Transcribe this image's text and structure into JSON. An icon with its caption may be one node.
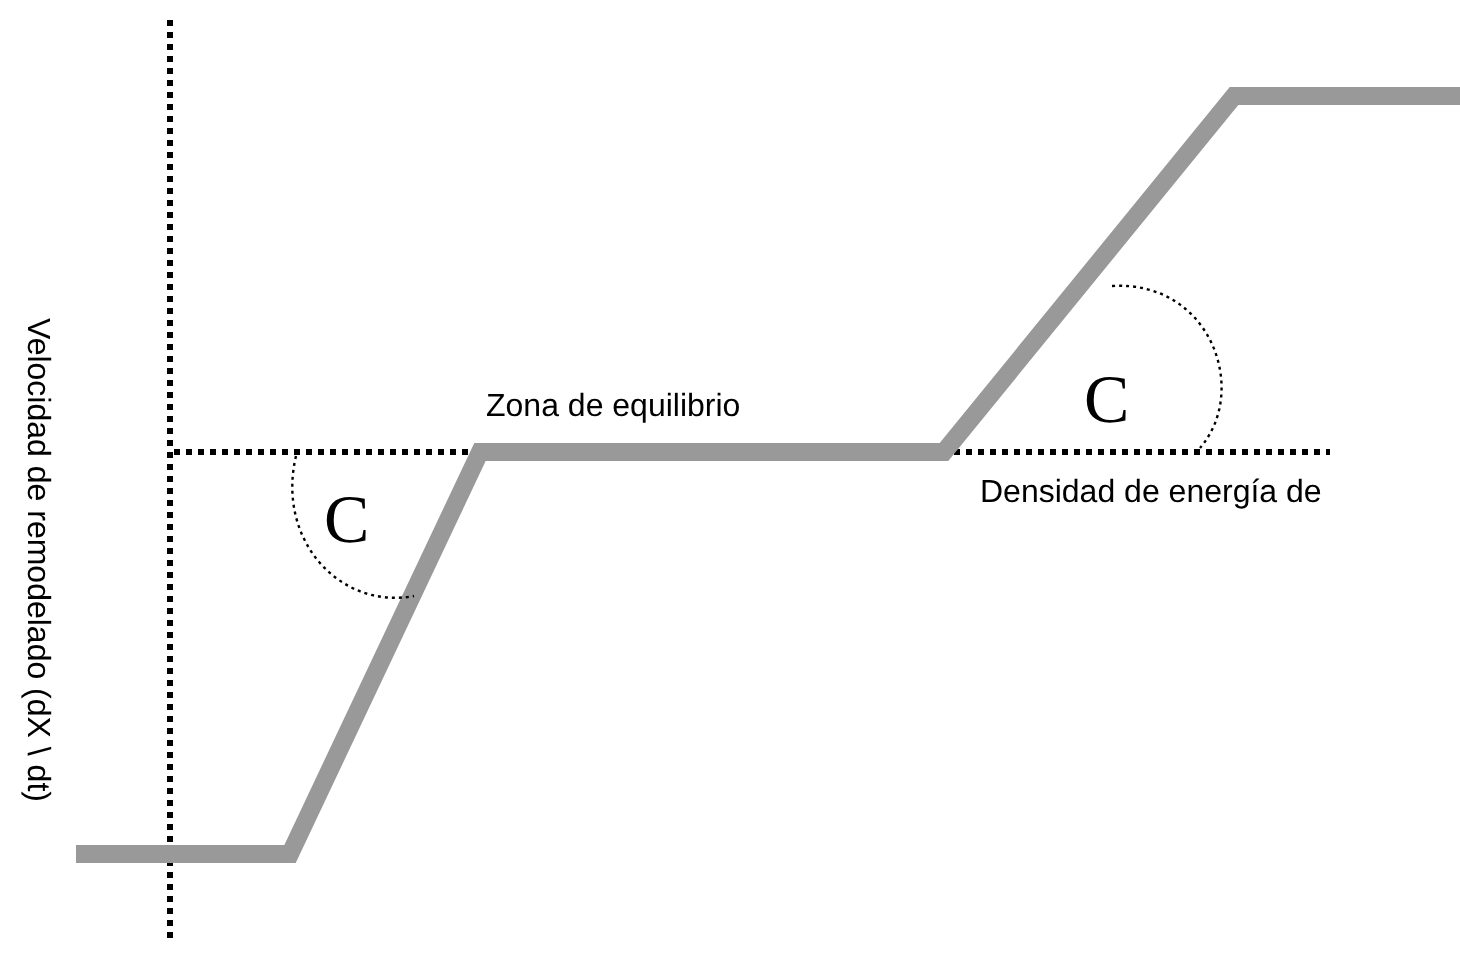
{
  "diagram": {
    "labels": [
      "Velocidad de remodelado (dX \\ dt)",
      "Zona de equilibrio",
      "C",
      "C",
      "Densidad de energía de"
    ]
  }
}
